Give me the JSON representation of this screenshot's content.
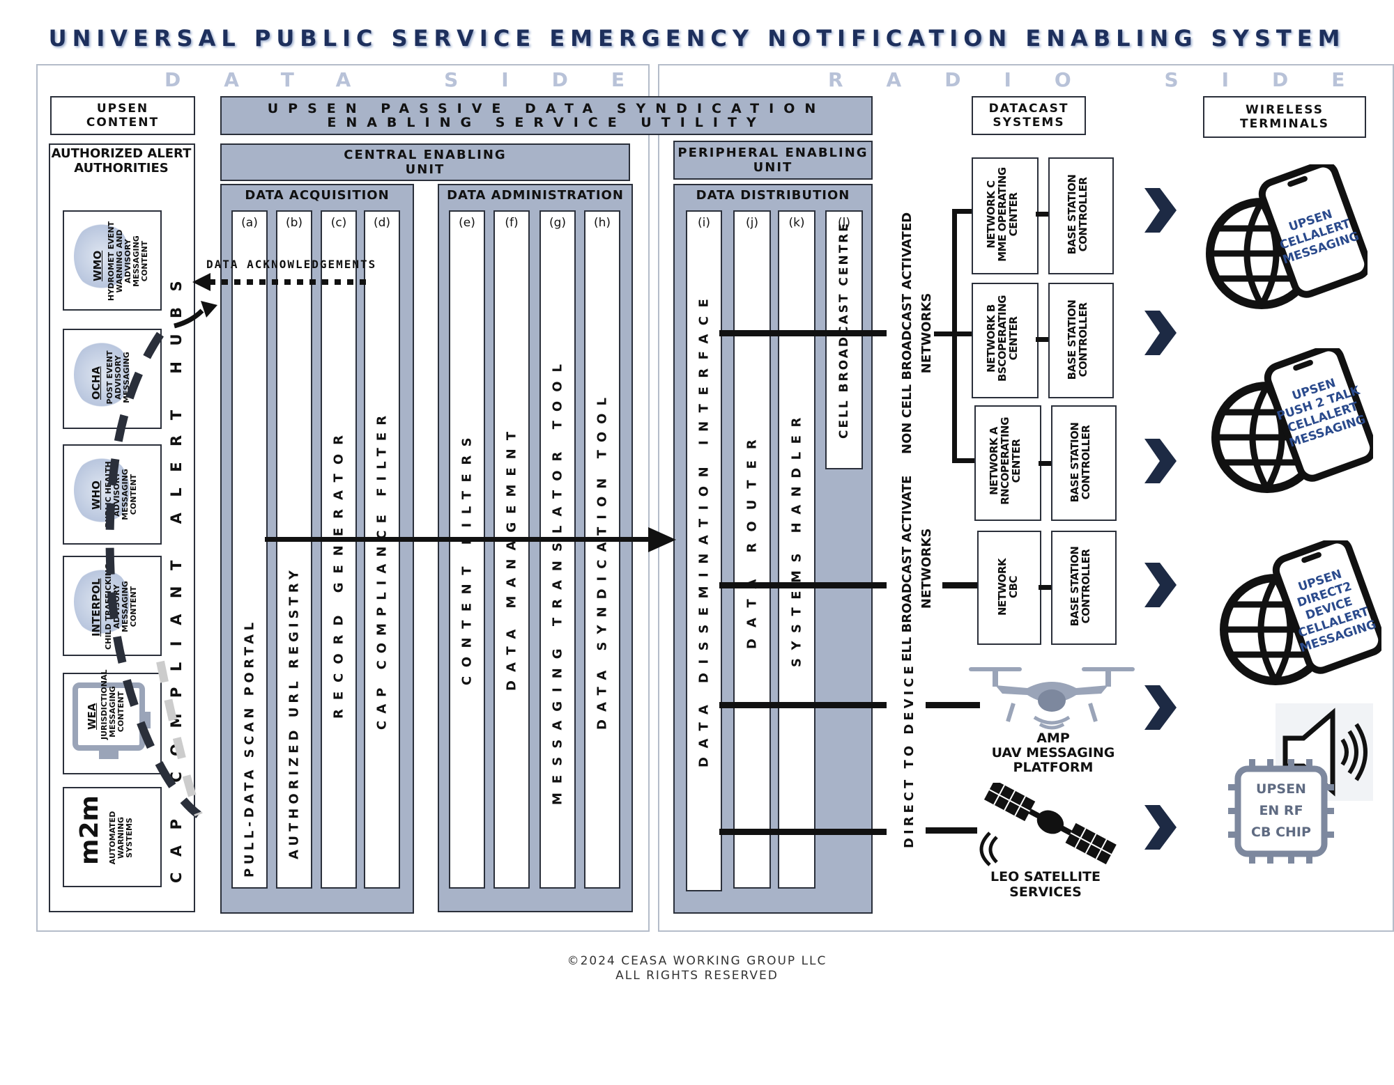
{
  "title": "UNIVERSAL PUBLIC SERVICE EMERGENCY NOTIFICATION ENABLING SYSTEM",
  "sides": {
    "data": "DATA SIDE",
    "radio": "RADIO SIDE"
  },
  "headers": {
    "content_line1": "UPSEN",
    "content_line2": "CONTENT",
    "utility_line1": "UPSEN PASSIVE DATA SYNDICATION",
    "utility_line2": "ENABLING SERVICE UTILITY",
    "datacast_line1": "DATACAST",
    "datacast_line2": "SYSTEMS",
    "terminals_line1": "WIRELESS",
    "terminals_line2": "TERMINALS"
  },
  "authorities": {
    "title_line1": "AUTHORIZED ALERT",
    "title_line2": "AUTHORITIES",
    "vertical_label": "CAP COMPLIANT ALERT HUBS",
    "items": [
      {
        "org": "WMO",
        "text": "HYDROMET EVENT WARNING AND ADVISORY MESSAGING CONTENT"
      },
      {
        "org": "OCHA",
        "text": "POST EVENT ADVISORY MESSAGING"
      },
      {
        "org": "WHO",
        "text": "PUBLIC HEALTH ADVISORY MESSAGING CONTENT"
      },
      {
        "org": "INTERPOL",
        "text": "CHILD TRAFFICKING ADVISORY MESSAGING CONTENT"
      },
      {
        "org": "WEA",
        "text": "JURISDICTIONAL MESSAGING CONTENT"
      },
      {
        "org": "m2m",
        "text": "AUTOMATED WARNING SYSTEMS"
      }
    ]
  },
  "units": {
    "central_line1": "CENTRAL ENABLING",
    "central_line2": "UNIT",
    "peripheral_line1": "PERIPHERAL ENABLING",
    "peripheral_line2": "UNIT"
  },
  "groups": {
    "acquisition": "DATA ACQUISITION",
    "administration": "DATA ADMINISTRATION",
    "distribution": "DATA DISTRIBUTION"
  },
  "columns": [
    {
      "letter": "(a)",
      "label": "PULL-DATA SCAN PORTAL"
    },
    {
      "letter": "(b)",
      "label": "AUTHORIZED URL REGISTRY"
    },
    {
      "letter": "(c)",
      "label": "RECORD GENERATOR"
    },
    {
      "letter": "(d)",
      "label": "CAP COMPLIANCE FILTER"
    },
    {
      "letter": "(e)",
      "label": "CONTENT FILTERS"
    },
    {
      "letter": "(f)",
      "label": "DATA MANAGEMENT"
    },
    {
      "letter": "(g)",
      "label": "MESSAGING TRANSLATOR TOOL"
    },
    {
      "letter": "(h)",
      "label": "DATA SYNDICATION TOOL"
    },
    {
      "letter": "(i)",
      "label": "DATA DISSEMINATION INTERFACE"
    },
    {
      "letter": "(j)",
      "label": "DATA ROUTER"
    },
    {
      "letter": "(k)",
      "label": "SYSTEMS HANDLER"
    },
    {
      "letter": "(l)",
      "label": "CELL BROADCAST CENTRE"
    }
  ],
  "acknowledgements": "DATA ACKNOWLEDGEMENTS",
  "network_groups": {
    "non_cb_line1": "NON CELL BROADCAST ACTIVATED",
    "non_cb_line2": "NETWORKS",
    "cb_line1": "ELL BROADCAST ACTIVATE",
    "cb_line2": "NETWORKS",
    "direct": "DIRECT TO DEVICE"
  },
  "datacast": {
    "networks": [
      {
        "line1": "NETWORK C",
        "line2": "MME OPERATING",
        "line3": "CENTER"
      },
      {
        "line1": "NETWORK B",
        "line2": "BSCOPERATING",
        "line3": "CENTER"
      },
      {
        "line1": "NETWORK A",
        "line2": "RNCOPERATING",
        "line3": "CENTER"
      },
      {
        "line1": "NETWORK",
        "line2": "CBC",
        "line3": ""
      }
    ],
    "controller_line1": "BASE STATION",
    "controller_line2": "CONTROLLER",
    "uav_line1": "AMP",
    "uav_line2": "UAV MESSAGING PLATFORM",
    "satellite": "LEO SATELLITE SERVICES"
  },
  "terminals": {
    "phone1": [
      "UPSEN",
      "CELLALERT",
      "MESSAGING"
    ],
    "phone2": [
      "UPSEN",
      "PUSH 2 TALK",
      "CELLALERT",
      "MESSAGING"
    ],
    "phone3": [
      "UPSEN",
      "DIRECT2 DEVICE",
      "CELLALERT",
      "MESSAGING"
    ],
    "chip": [
      "UPSEN",
      "EN RF",
      "CB CHIP"
    ]
  },
  "footer_line1": "©2024 CEASA WORKING GROUP LLC",
  "footer_line2": "ALL RIGHTS RESERVED",
  "colors": {
    "panel": "#a8b3c8",
    "title": "#1d2f5c",
    "side_label": "#b8c2d8",
    "phone_text": "#2a4a8c"
  }
}
